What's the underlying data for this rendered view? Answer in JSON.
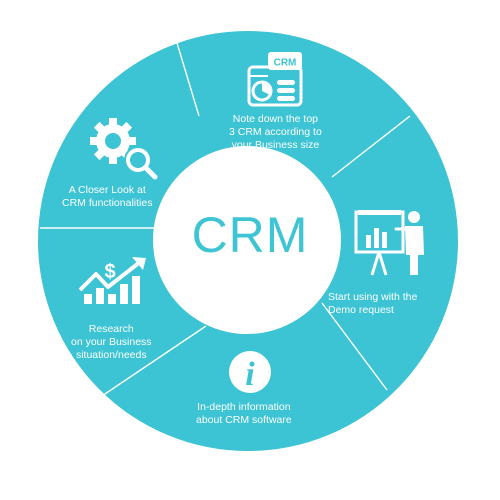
{
  "colors": {
    "ring": "#3cc3d4",
    "divider": "#ffffff",
    "center_fill": "#ffffff",
    "center_text": "#3fc4d3",
    "icon": "#ffffff",
    "icon_accent": "#3cc3d4"
  },
  "center": {
    "title": "CRM"
  },
  "segments": [
    {
      "id": "note",
      "label": "Note down the top\n3 CRM according to\nyour Business size",
      "icon": "crm-software-icon",
      "icon_badge": "CRM"
    },
    {
      "id": "demo",
      "label": "Start using with the\nDemo request",
      "icon": "presentation-icon"
    },
    {
      "id": "info",
      "label": "In-depth information\nabout CRM software",
      "icon": "info-icon",
      "icon_glyph": "i"
    },
    {
      "id": "research",
      "label": "Research\non your Business\nsituation/needs",
      "icon": "growth-chart-icon",
      "icon_glyph": "$"
    },
    {
      "id": "closer",
      "label": "A Closer Look at\nCRM functionalities",
      "icon": "gear-search-icon"
    }
  ]
}
